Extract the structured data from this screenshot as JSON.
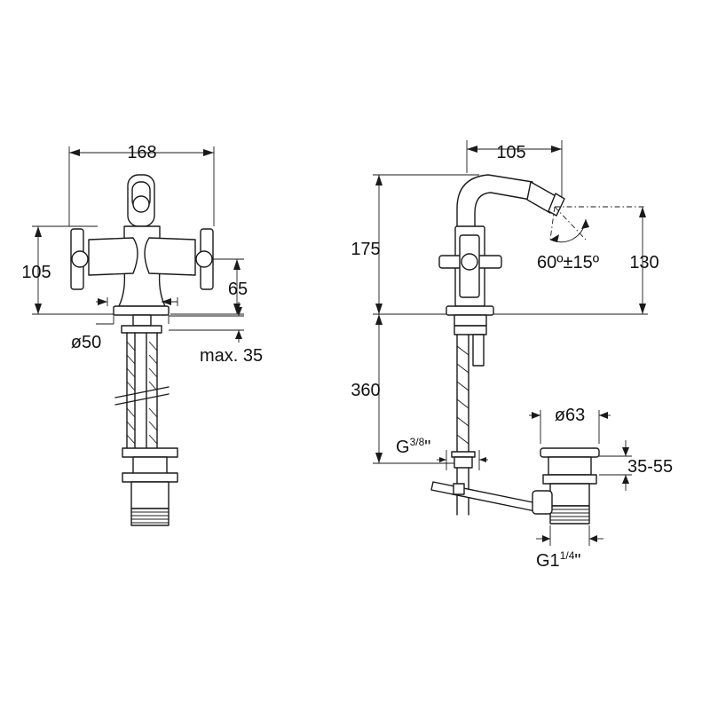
{
  "front_view": {
    "width_label": "168",
    "height_label": "105",
    "handle_height_label": "65",
    "base_diameter_label": "ø50",
    "max_thickness_label": "max. 35"
  },
  "side_view": {
    "reach_label": "105",
    "height_label": "175",
    "spout_height_label": "130",
    "angle_label": "60º±15º",
    "below_label": "360",
    "thread_inlet_main": "G",
    "thread_inlet_frac": "3/8",
    "thread_inlet_quote": "\"",
    "waste_diameter_label": "ø63",
    "waste_range_label": "35-55",
    "waste_thread_main": "G1",
    "waste_thread_frac": "1/4",
    "waste_thread_quote": "\""
  }
}
